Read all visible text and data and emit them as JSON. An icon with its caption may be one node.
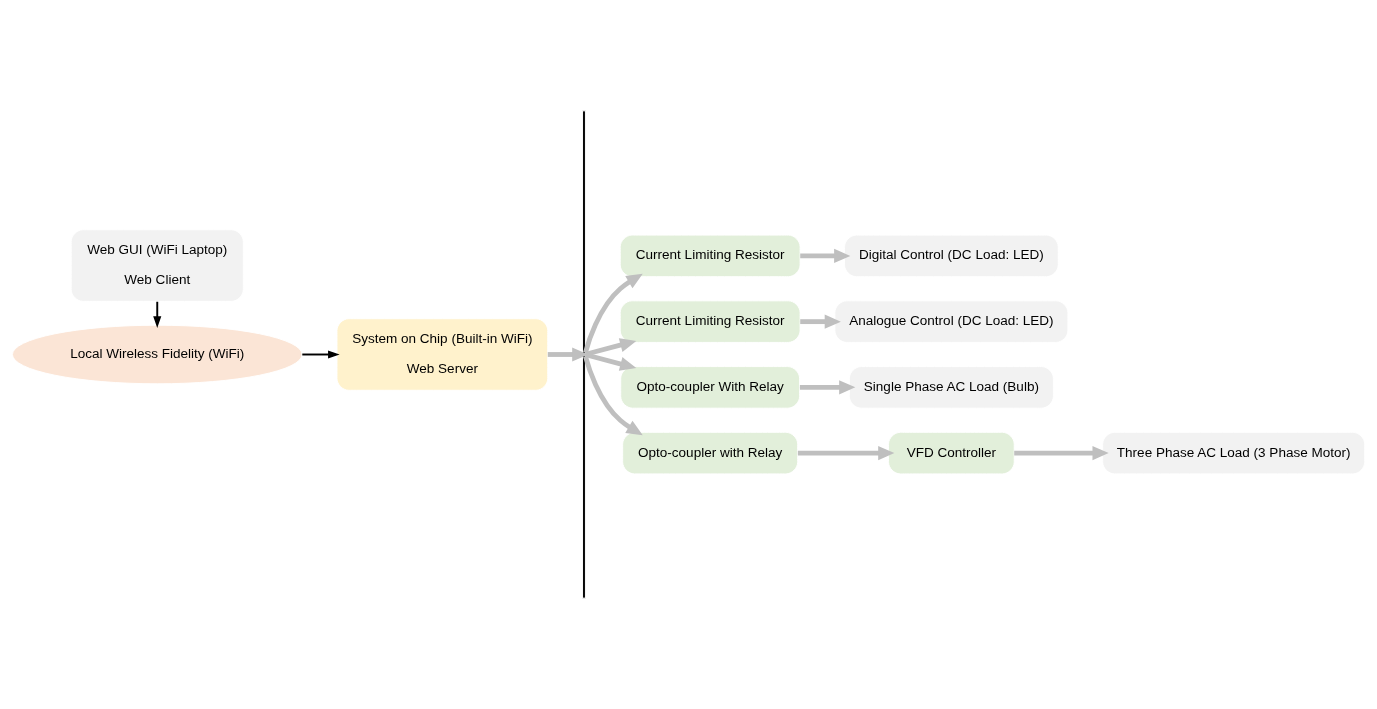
{
  "diagram": {
    "nodes": [
      {
        "text": [
          "Local Wireless Fidelity (WiFi)"
        ]
      },
      {
        "text": [
          "Web GUI (WiFi Laptop)",
          "Web Client"
        ]
      },
      {
        "text": [
          "System on Chip (Built-in WiFi)",
          "Web Server"
        ]
      },
      {
        "text": [],
        "shape": "bar"
      },
      {
        "text": [
          "Current Limiting Resistor"
        ]
      },
      {
        "text": [
          "Digital Control (DC Load: LED)"
        ]
      },
      {
        "text": [
          "Current Limiting Resistor"
        ]
      },
      {
        "text": [
          "Analogue Control (DC Load: LED)"
        ]
      },
      {
        "text": [
          "Opto-coupler With Relay"
        ]
      },
      {
        "text": [
          "Single Phase AC Load (Bulb)"
        ]
      },
      {
        "text": [
          "Opto-coupler with Relay"
        ]
      },
      {
        "text": [
          "VFD Controller"
        ]
      },
      {
        "text": [
          "Three Phase AC Load (3 Phase Motor)"
        ]
      }
    ],
    "edges": [
      {
        "from": 1,
        "to": 0,
        "arrow": "to",
        "color": "#000000"
      },
      {
        "from": 0,
        "to": 2,
        "arrow": "to",
        "color": "#000000"
      },
      {
        "from": 2,
        "to": 3,
        "arrow": "to"
      },
      {
        "from": 3,
        "to": 4,
        "arrow": "to"
      },
      {
        "from": 3,
        "to": 6,
        "arrow": "to"
      },
      {
        "from": 3,
        "to": 8,
        "arrow": "to"
      },
      {
        "from": 3,
        "to": 10,
        "arrow": "to"
      },
      {
        "from": 4,
        "to": 5,
        "arrow": "to"
      },
      {
        "from": 6,
        "to": 7,
        "arrow": "to"
      },
      {
        "from": 8,
        "to": 9,
        "arrow": "to"
      },
      {
        "from": 10,
        "to": 11,
        "arrow": "to"
      },
      {
        "from": 11,
        "to": 12,
        "arrow": "to"
      }
    ]
  }
}
